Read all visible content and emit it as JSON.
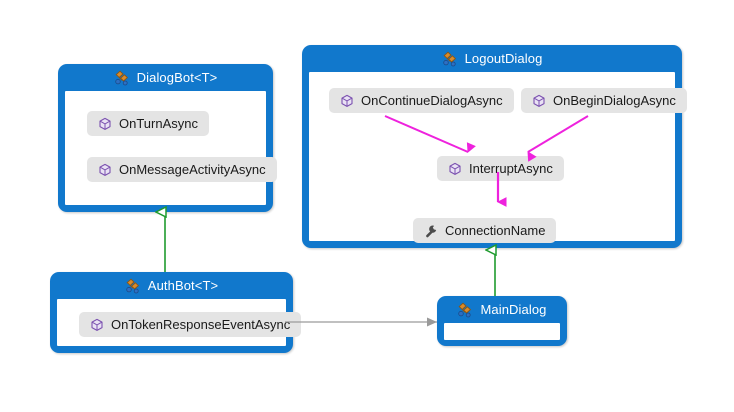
{
  "diagram": {
    "type": "uml-class-diagram",
    "background": "#ffffff",
    "colors": {
      "class_header": "#1178CC",
      "member_chip": "#E4E4E4",
      "inheritance": "#1F9B2E",
      "call_arrow": "#EE22DD",
      "association": "#9A9A9A",
      "class_icon": "#C87B1E",
      "method_icon": "#8A5FBF",
      "property_icon": "#4C4C4C"
    },
    "classes": [
      {
        "id": "dialogbot",
        "name": "DialogBot<T>",
        "icon": "class-icon",
        "members": [
          {
            "name": "OnTurnAsync",
            "icon": "method-icon",
            "kind": "method"
          },
          {
            "name": "OnMessageActivityAsync",
            "icon": "method-icon",
            "kind": "method"
          }
        ]
      },
      {
        "id": "logoutdialog",
        "name": "LogoutDialog",
        "icon": "class-icon",
        "members": [
          {
            "name": "OnContinueDialogAsync",
            "icon": "method-icon",
            "kind": "method"
          },
          {
            "name": "OnBeginDialogAsync",
            "icon": "method-icon",
            "kind": "method"
          },
          {
            "name": "InterruptAsync",
            "icon": "method-icon",
            "kind": "method"
          },
          {
            "name": "ConnectionName",
            "icon": "wrench-icon",
            "kind": "property"
          }
        ]
      },
      {
        "id": "authbot",
        "name": "AuthBot<T>",
        "icon": "class-icon",
        "members": [
          {
            "name": "OnTokenResponseEventAsync",
            "icon": "method-icon",
            "kind": "method"
          }
        ]
      },
      {
        "id": "maindialog",
        "name": "MainDialog",
        "icon": "class-icon",
        "members": []
      }
    ],
    "connections": [
      {
        "from": "authbot",
        "to": "dialogbot",
        "kind": "inheritance",
        "color": "#1F9B2E"
      },
      {
        "from": "maindialog",
        "to": "logoutdialog",
        "kind": "inheritance",
        "color": "#1F9B2E"
      },
      {
        "from": "authbot",
        "to": "maindialog",
        "kind": "association",
        "color": "#9A9A9A"
      },
      {
        "from": "OnContinueDialogAsync",
        "to": "InterruptAsync",
        "kind": "call",
        "color": "#EE22DD"
      },
      {
        "from": "OnBeginDialogAsync",
        "to": "InterruptAsync",
        "kind": "call",
        "color": "#EE22DD"
      },
      {
        "from": "InterruptAsync",
        "to": "ConnectionName",
        "kind": "call",
        "color": "#EE22DD"
      }
    ]
  }
}
